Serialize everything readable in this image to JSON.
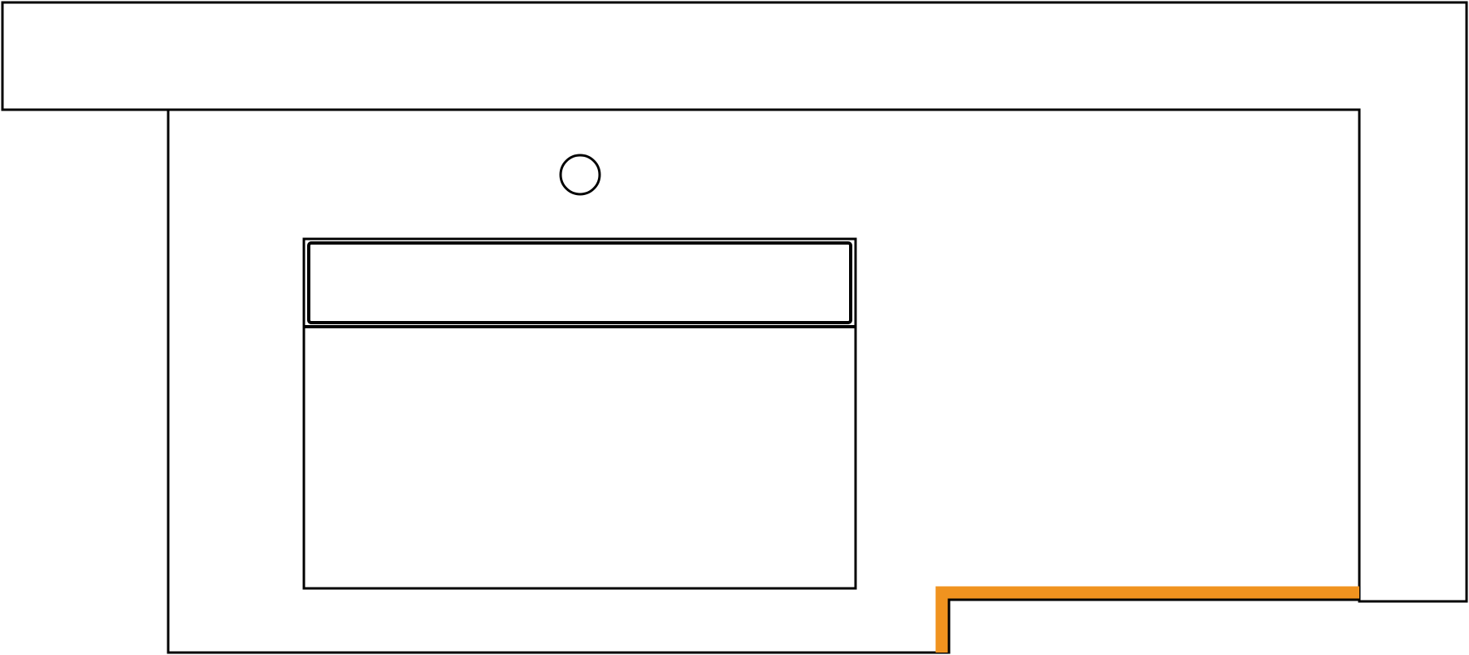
{
  "colors": {
    "background": "#ffffff",
    "line": "#000000",
    "highlight": "#f0931f"
  },
  "elements": {
    "wall_strip": "wall-strip-outline",
    "countertop": "vanity-countertop-outline",
    "faucet_hole": "faucet-hole",
    "basin_top_panel": "basin-back-ledge",
    "basin_bowl": "basin-bowl",
    "cutout_step": "countertop-notch",
    "highlighted_edge": "highlighted-edge"
  }
}
